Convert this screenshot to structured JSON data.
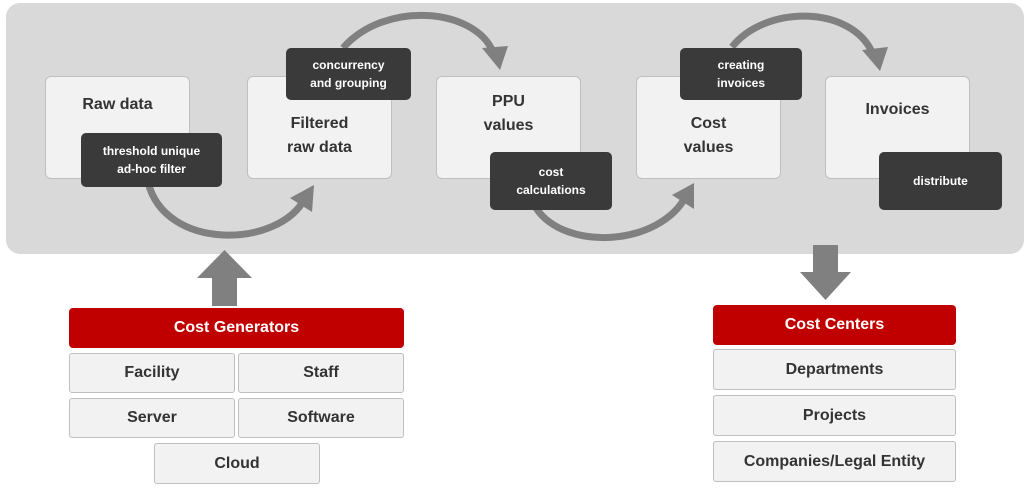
{
  "pipeline": {
    "stages": [
      {
        "label": "Raw data"
      },
      {
        "label": "Filtered\nraw data"
      },
      {
        "label": "PPU\nvalues"
      },
      {
        "label": "Cost\nvalues"
      },
      {
        "label": "Invoices"
      }
    ],
    "steps": [
      {
        "label": "threshold unique\nad-hoc filter"
      },
      {
        "label": "concurrency\nand grouping"
      },
      {
        "label": "cost\ncalculations"
      },
      {
        "label": "creating\ninvoices"
      },
      {
        "label": "distribute"
      }
    ]
  },
  "cost_generators": {
    "title": "Cost Generators",
    "items": [
      "Facility",
      "Staff",
      "Server",
      "Software",
      "Cloud"
    ]
  },
  "cost_centers": {
    "title": "Cost Centers",
    "items": [
      "Departments",
      "Projects",
      "Companies/Legal Entity"
    ]
  },
  "colors": {
    "band": "#d9d9d9",
    "box_fill": "#f2f2f2",
    "box_border": "#bfbfbf",
    "tag_fill": "#3a3a3a",
    "accent_red": "#c00000",
    "arrow_gray": "#808080"
  }
}
